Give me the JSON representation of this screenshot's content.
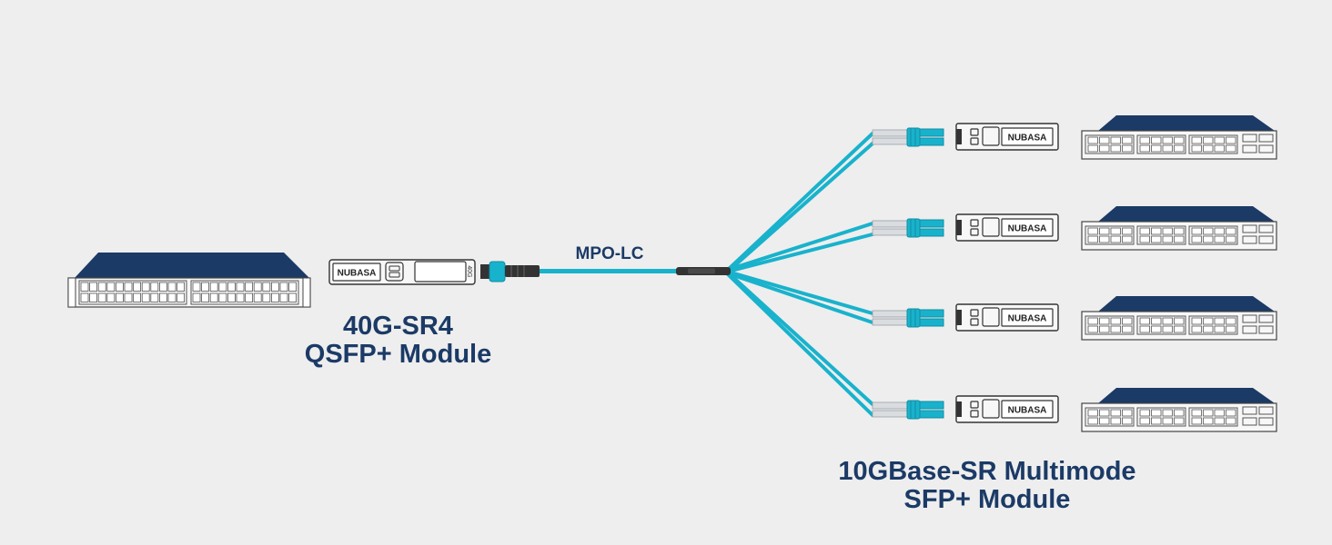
{
  "brand": "NUBASA",
  "qsfp_module_marking": "40G",
  "cable_label": "MPO-LC",
  "left_caption": {
    "line1": "40G-SR4",
    "line2": "QSFP+ Module"
  },
  "right_caption": {
    "line1": "10GBase-SR Multimode",
    "line2": "SFP+ Module"
  },
  "colors": {
    "background": "#eeeeee",
    "navy": "#1b3a66",
    "fiber": "#19b2cc",
    "device_body": "#f7f7f7",
    "outline": "#555555"
  }
}
